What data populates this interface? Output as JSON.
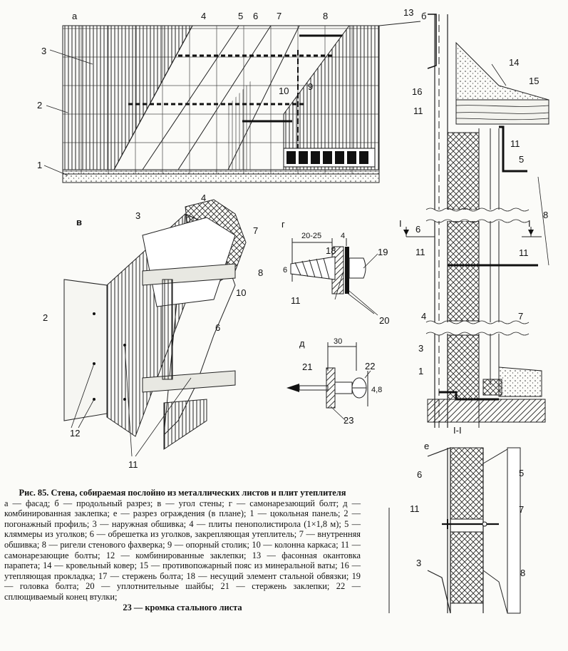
{
  "views": {
    "a": "а",
    "b": "б",
    "v": "в",
    "g": "г",
    "d": "д",
    "e": "е",
    "section": "I-I",
    "cut_mark": "I"
  },
  "labels": {
    "n1": "1",
    "n2": "2",
    "n3": "3",
    "n4": "4",
    "n5": "5",
    "n6": "6",
    "n7": "7",
    "n8": "8",
    "n9": "9",
    "n10": "10",
    "n11": "11",
    "n12": "12",
    "n13": "13",
    "n14": "14",
    "n15": "15",
    "n16": "16",
    "n18": "18",
    "n19": "19",
    "n20": "20",
    "n21": "21",
    "n22": "22",
    "n23": "23"
  },
  "dimensions": {
    "bolt_length": "20-25",
    "bolt_washer": "4",
    "bolt_diameter": "6",
    "rivet_length": "30",
    "rivet_diameter": "4,8"
  },
  "caption": {
    "title": "Рис. 85. Стена, собираемая послойно из металлических листов и плит утеплителя",
    "body": "а — фасад; б — продольный разрез; в — угол стены; г — самонарезающий болт; д — комбинированная заклепка; е — разрез ограждения (в плане); 1 — цокольная панель; 2 — погонажный профиль; 3 — наружная обшивка; 4 — плиты пенополистирола (1×1,8 м); 5 — кляммеры из уголков; 6 — обрешетка из уголков, закрепляющая утеплитель; 7 — внутренняя обшивка; 8 — ригели стенового фахверка; 9 — опорный столик; 10 — колонна каркаса; 11 — самонарезающие болты; 12 — комбинированные заклепки; 13 — фасонная окантовка парапета; 14 — кровельный ковер; 15 — противопожарный пояс из минеральной ваты; 16 — утепляющая прокладка; 17 — стержень болта; 18 — несущий элемент стальной обвязки; 19 — головка болта; 20 — уплотнительные шайбы; 21 — стержень заклепки; 22 — сплющиваемый конец втулки;",
    "last": "23 — кромка стального листа"
  }
}
